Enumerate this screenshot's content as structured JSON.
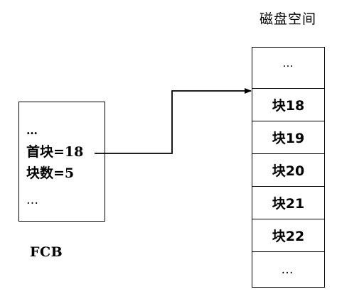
{
  "disk": {
    "title": "磁盘空间",
    "blocks": [
      {
        "label": "…"
      },
      {
        "label": "块18"
      },
      {
        "label": "块19"
      },
      {
        "label": "块20"
      },
      {
        "label": "块21"
      },
      {
        "label": "块22"
      },
      {
        "label": "…"
      }
    ]
  },
  "fcb": {
    "label": "FCB",
    "lines": {
      "dots_top": "…",
      "first_block": "首块=18",
      "block_count": "块数=5",
      "dots_bottom": "…"
    }
  },
  "colors": {
    "stroke": "#000000",
    "background": "#ffffff"
  }
}
